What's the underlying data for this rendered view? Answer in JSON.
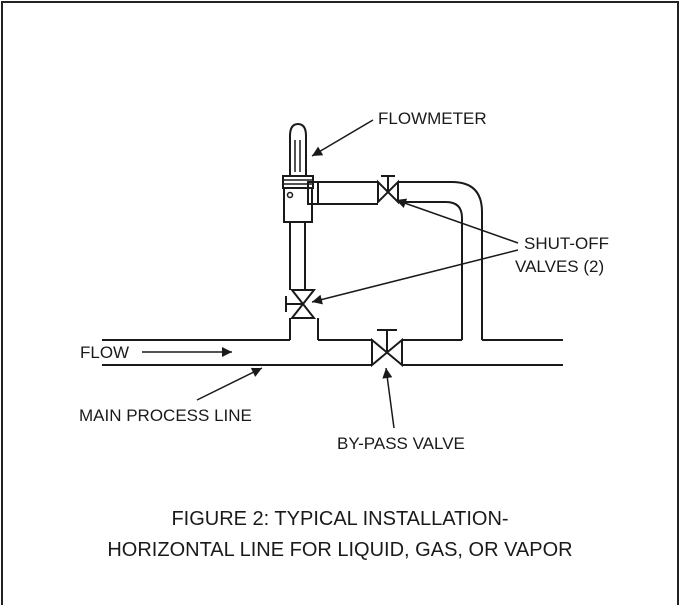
{
  "labels": {
    "flowmeter": "FLOWMETER",
    "shutoff_line1": "SHUT-OFF",
    "shutoff_line2": "VALVES (2)",
    "flow": "FLOW",
    "main_process_line": "MAIN PROCESS LINE",
    "bypass_valve": "BY-PASS VALVE"
  },
  "caption": {
    "line1": "FIGURE 2: TYPICAL INSTALLATION-",
    "line2": "HORIZONTAL LINE FOR LIQUID, GAS, OR VAPOR"
  },
  "colors": {
    "ink": "#1a1a1a",
    "background": "#ffffff"
  }
}
